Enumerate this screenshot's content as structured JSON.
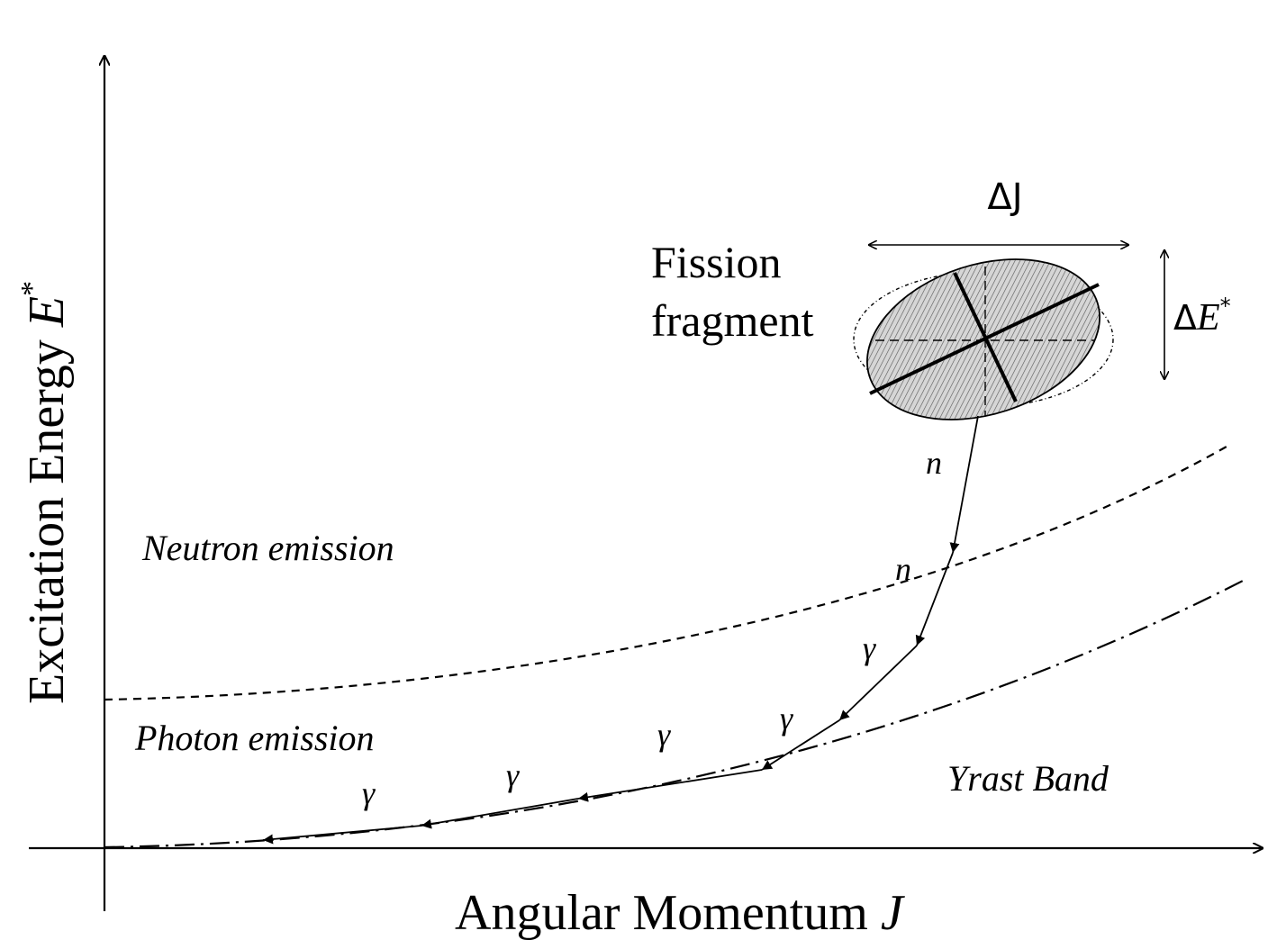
{
  "axes": {
    "y_label_main": "Excitation Energy ",
    "y_label_var": "E",
    "y_label_sup": "*",
    "x_label_main": "Angular Momentum ",
    "x_label_var": "J"
  },
  "fragment": {
    "label_line1": "Fission",
    "label_line2": "fragment",
    "delta_j": "ΔJ",
    "delta_e_prefix": "Δ",
    "delta_e_var": "E",
    "delta_e_sup": "*"
  },
  "regions": {
    "neutron": "Neutron emission",
    "photon": "Photon emission",
    "yrast": "Yrast Band"
  },
  "cascade": {
    "labels": [
      {
        "symbol": "n"
      },
      {
        "symbol": "n"
      },
      {
        "symbol": "γ"
      },
      {
        "symbol": "γ"
      },
      {
        "symbol": "γ"
      },
      {
        "symbol": "γ"
      },
      {
        "symbol": "γ"
      }
    ]
  },
  "colors": {
    "ink": "#000000",
    "fragment_fill": "#cfcfcf"
  }
}
